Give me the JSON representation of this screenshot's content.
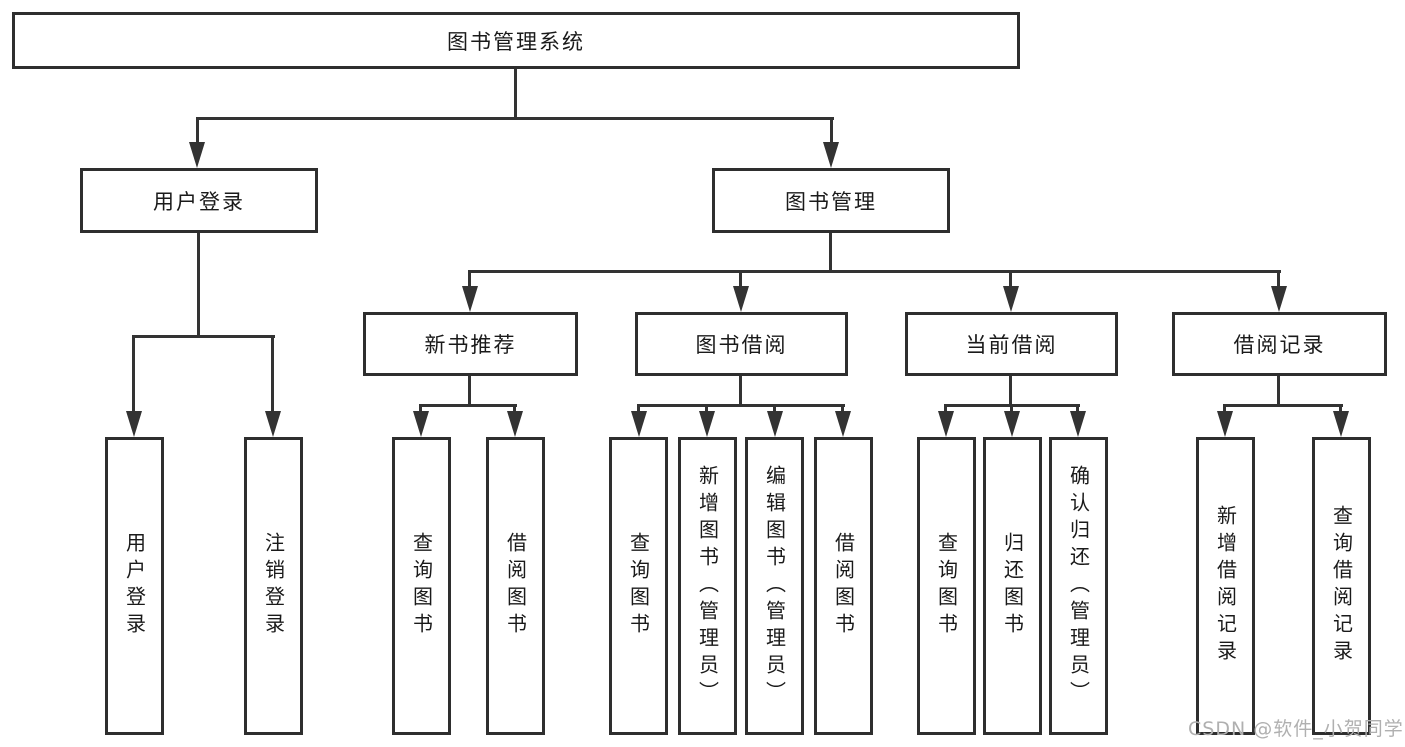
{
  "diagram": {
    "title": "图书管理系统",
    "nodes": {
      "root": "图书管理系统",
      "user_login": "用户登录",
      "book_mgmt": "图书管理",
      "new_book_rec": "新书推荐",
      "book_borrow": "图书借阅",
      "current_borrow": "当前借阅",
      "borrow_records": "借阅记录",
      "a1": "用户登录",
      "a2": "注销登录",
      "b1": "查询图书",
      "b2": "借阅图书",
      "c1": "查询图书",
      "c2": "新增图书（管理员）",
      "c3": "编辑图书（管理员）",
      "c4": "借阅图书",
      "d1": "查询图书",
      "d2": "归还图书",
      "d3": "确认归还（管理员）",
      "e1": "新增借阅记录",
      "e2": "查询借阅记录"
    },
    "colors": {
      "line": "#333333",
      "border": "#2e2e2e",
      "text": "#1a1a1a",
      "background": "#ffffff",
      "watermark": "#b0b0b0"
    }
  },
  "watermark": {
    "text": "CSDN @软件_小贺同学"
  }
}
